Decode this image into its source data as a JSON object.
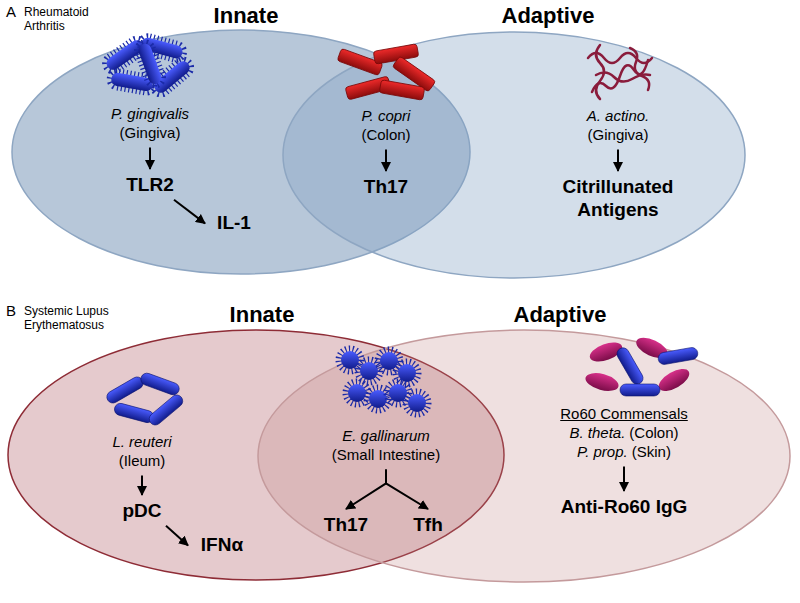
{
  "diagram": {
    "nodes": [
      {
        "text": [
          "P. gingivalis",
          "(Gingiva)"
        ]
      },
      {
        "text": [
          "TLR2"
        ]
      },
      {
        "text": [
          "IL-1"
        ]
      },
      {
        "text": [
          "P. copri",
          "(Colon)"
        ]
      },
      {
        "text": [
          "Th17"
        ]
      },
      {
        "text": [
          "A. actino.",
          "(Gingiva)"
        ]
      },
      {
        "text": [
          "Citrillunated Antigens"
        ]
      },
      {
        "text": [
          "L. reuteri",
          "(Ileum)"
        ]
      },
      {
        "text": [
          "pDC"
        ]
      },
      {
        "text": [
          "IFNα"
        ]
      },
      {
        "text": [
          "E. gallinarum",
          "(Small Intestine)"
        ]
      },
      {
        "text": [
          "Th17"
        ]
      },
      {
        "text": [
          "Tfh"
        ]
      },
      {
        "text": [
          "Ro60 Commensals",
          "B. theta.",
          "(Colon)",
          "P. prop.",
          "(Skin)"
        ]
      },
      {
        "text": [
          "Anti-Ro60 IgG"
        ]
      }
    ],
    "edges": [
      {
        "from": 0,
        "to": 1,
        "arrow": "to"
      },
      {
        "from": 1,
        "to": 2,
        "arrow": "to"
      },
      {
        "from": 3,
        "to": 4,
        "arrow": "to"
      },
      {
        "from": 5,
        "to": 6,
        "arrow": "to"
      },
      {
        "from": 7,
        "to": 8,
        "arrow": "to"
      },
      {
        "from": 8,
        "to": 9,
        "arrow": "to"
      },
      {
        "from": 10,
        "to": 11,
        "arrow": "to"
      },
      {
        "from": 10,
        "to": 12,
        "arrow": "to"
      },
      {
        "from": 13,
        "to": 14,
        "arrow": "to"
      }
    ],
    "labels": [
      "A",
      "Rheumatoid Arthritis",
      "Innate",
      "Adaptive",
      "B",
      "Systemic Lupus Erythematosus",
      "Innate",
      "Adaptive"
    ]
  }
}
